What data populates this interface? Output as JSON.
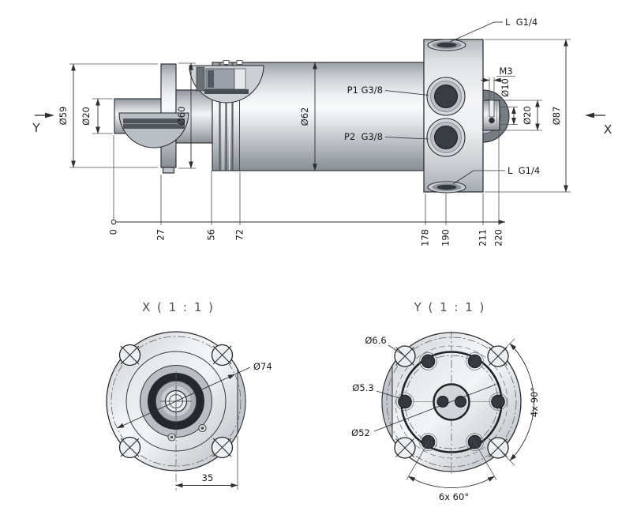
{
  "drawing": {
    "top_view": {
      "marker_y": "Y",
      "marker_x": "X",
      "dims": {
        "d59": "Ø59",
        "d20_rod": "Ø20",
        "d60": "Ø60",
        "d62": "Ø62",
        "d87": "Ø87",
        "m3": "M3",
        "d10": "Ø10",
        "d20_shaft": "Ø20"
      },
      "ports": {
        "p1": "P1 G3/8",
        "p2": "P2  G3/8",
        "l_top": "L  G1/4",
        "l_bottom": "L  G1/4"
      },
      "axis_ticks": [
        "0",
        "27",
        "56",
        "72",
        "178",
        "190",
        "211",
        "220"
      ]
    },
    "view_x": {
      "title": "X ( 1 : 1 )",
      "dims": {
        "d74": "Ø74",
        "w35": "35"
      }
    },
    "view_y": {
      "title": "Y ( 1 : 1 )",
      "dims": {
        "d66": "Ø6.6",
        "d53": "Ø5.3",
        "d52": "Ø52",
        "a90": "4x 90°",
        "a60": "6x 60°"
      }
    },
    "colors": {
      "line": "#2b2e33",
      "background": "#ffffff",
      "metal_light": "#f4f5f7",
      "metal_dark": "#8a9097",
      "port_dark": "#33383e"
    }
  }
}
